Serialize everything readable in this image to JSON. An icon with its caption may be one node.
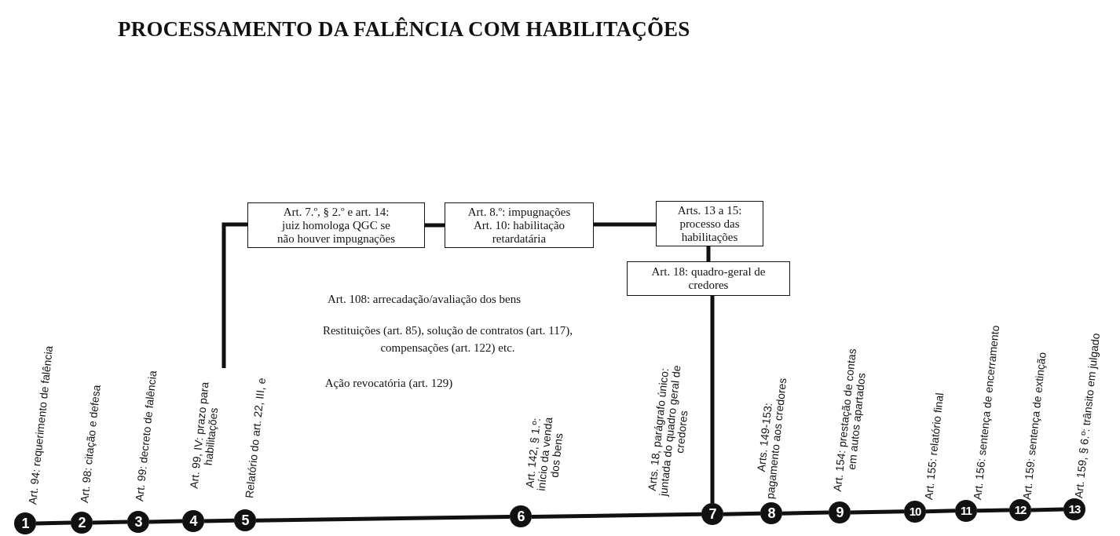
{
  "diagram": {
    "title": "PROCESSAMENTO DA FALÊNCIA COM HABILITAÇÕES",
    "nodes": [
      {
        "text": [
          "Art. 7.º, § 2.º e art. 14: juiz homologa QGC se não houver impugnações"
        ]
      },
      {
        "text": [
          "Art. 8.º: impugnações Art. 10: habilitação retardatária"
        ]
      },
      {
        "text": [
          "Arts. 13 a 15: processo das habilitações"
        ]
      },
      {
        "text": [
          "Art. 18: quadro-geral de credores"
        ]
      },
      {
        "text": [
          "1"
        ],
        "beside": [
          "Art. 94: requerimento de falência"
        ]
      },
      {
        "text": [
          "2"
        ],
        "beside": [
          "Art. 98: citação e defesa"
        ]
      },
      {
        "text": [
          "3"
        ],
        "beside": [
          "Art. 99: decreto de falência"
        ]
      },
      {
        "text": [
          "4"
        ],
        "beside": [
          "Art. 99, IV: prazo para habilitações"
        ]
      },
      {
        "text": [
          "5"
        ],
        "beside": [
          "Relatório do art. 22, III, e"
        ]
      },
      {
        "text": [
          "6"
        ],
        "beside": [
          "Art. 142, § 1.º: início da venda dos bens"
        ]
      },
      {
        "text": [
          "7"
        ],
        "beside": [
          "Arts. 18, parágrafo único: juntada do quadro geral de credores"
        ]
      },
      {
        "text": [
          "8"
        ],
        "beside": [
          "Arts. 149-153: pagamento aos credores"
        ]
      },
      {
        "text": [
          "9"
        ],
        "beside": [
          "Art. 154: prestação de contas em autos apartados"
        ]
      },
      {
        "text": [
          "10"
        ],
        "beside": [
          "Art. 155: relatório final"
        ]
      },
      {
        "text": [
          "11"
        ],
        "beside": [
          "Art. 156: sentença de encerramento"
        ]
      },
      {
        "text": [
          "12"
        ],
        "beside": [
          "Art. 159: sentença de extinção"
        ]
      },
      {
        "text": [
          "13"
        ],
        "beside": [
          "Art. 159, § 6.º: trânsito em julgado"
        ]
      }
    ],
    "edges": [
      {
        "from": 7,
        "to": 0,
        "arrow": "none"
      },
      {
        "from": 0,
        "to": 1,
        "arrow": "none"
      },
      {
        "from": 1,
        "to": 2,
        "arrow": "none"
      },
      {
        "from": 2,
        "to": 3,
        "arrow": "none"
      },
      {
        "from": 3,
        "to": 10,
        "arrow": "none"
      },
      {
        "from": 4,
        "to": 5,
        "arrow": "none"
      },
      {
        "from": 5,
        "to": 6,
        "arrow": "none"
      },
      {
        "from": 6,
        "to": 7,
        "arrow": "none"
      },
      {
        "from": 7,
        "to": 8,
        "arrow": "none"
      },
      {
        "from": 8,
        "to": 9,
        "arrow": "none"
      },
      {
        "from": 9,
        "to": 10,
        "arrow": "none"
      },
      {
        "from": 10,
        "to": 11,
        "arrow": "none"
      },
      {
        "from": 11,
        "to": 12,
        "arrow": "none"
      },
      {
        "from": 12,
        "to": 13,
        "arrow": "none"
      },
      {
        "from": 13,
        "to": 14,
        "arrow": "none"
      },
      {
        "from": 14,
        "to": 15,
        "arrow": "none"
      },
      {
        "from": 15,
        "to": 16,
        "arrow": "none"
      }
    ],
    "labels": [
      "Art. 108: arrecadação/avaliação dos bens",
      "Restituições (art. 85), solução de  contratos (art. 117), compensações (art. 122) etc.",
      "Ação revocatória (art. 129)"
    ]
  }
}
